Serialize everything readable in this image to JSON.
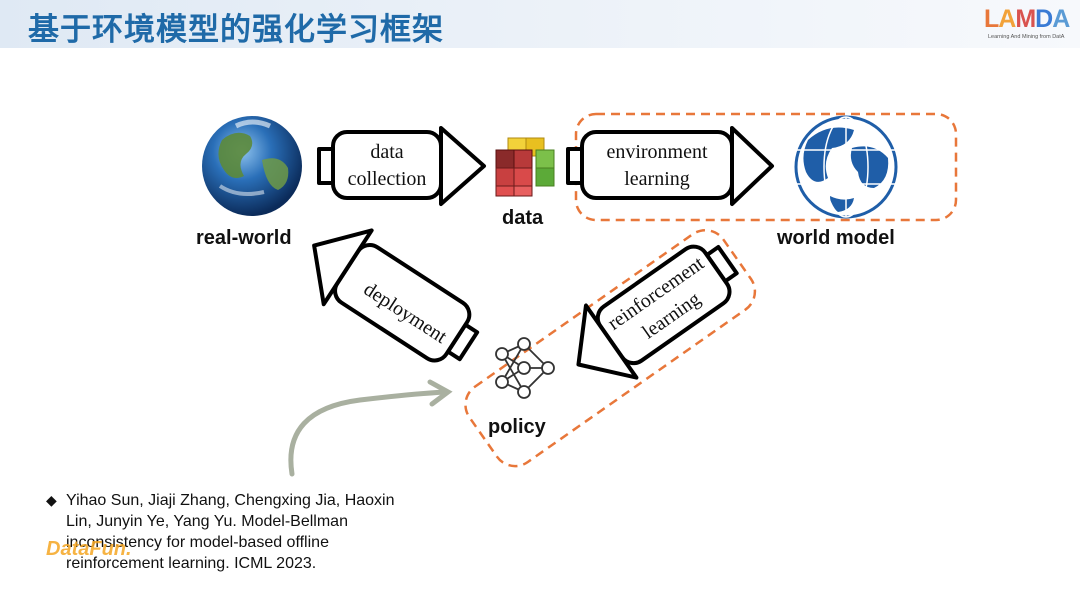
{
  "header": {
    "title": "基于环境模型的强化学习框架",
    "logo": {
      "letters": [
        "L",
        "A",
        "M",
        "D",
        "A"
      ],
      "subtitle": "Learning And Mining from DatA"
    }
  },
  "diagram": {
    "nodes": {
      "real_world": "real-world",
      "data": "data",
      "world_model": "world model",
      "policy": "policy"
    },
    "arrows": {
      "data_collection": [
        "data",
        "collection"
      ],
      "environment_learning": [
        "environment",
        "learning"
      ],
      "deployment": "deployment",
      "reinforcement_learning": [
        "reinforcement",
        "learning"
      ]
    },
    "colors": {
      "dashed_outline": "#e8773a",
      "arrow_stroke": "#000000",
      "pointer_arrow": "#a9b0a0"
    }
  },
  "reference": {
    "bullet": "◆",
    "line1": "Yihao Sun, Jiaji Zhang, Chengxing Jia, Haoxin",
    "line2": "Lin, Junyin Ye, Yang Yu. Model-Bellman",
    "line3": "inconsistency for model-based offline",
    "line4": "reinforcement learning. ICML 2023."
  },
  "watermark": "DataFun."
}
